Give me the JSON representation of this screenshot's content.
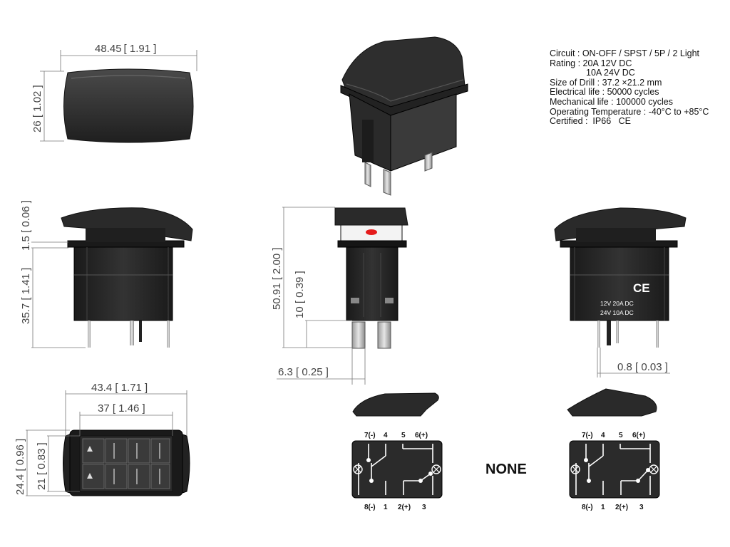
{
  "specs": {
    "circuit": "Circuit : ON-OFF / SPST / 5P / 2 Light",
    "rating_1": "Rating : 20A 12V DC",
    "rating_2": "10A 24V DC",
    "drill": "Size of Drill : 37.2 ×21.2 mm",
    "electrical_life": "Electrical life : 50000 cycles",
    "mechanical_life": "Mechanical life : 100000 cycles",
    "operating_temp": "Operating Temperature : -40°C to +85°C",
    "certified": "Certified :  IP66   CE"
  },
  "dimensions": {
    "top_width": "48.45 [ 1.91 ]",
    "top_height": "26 [ 1.02 ]",
    "side_gap": "1.5 [ 0.06 ]",
    "side_height": "35.7 [ 1.41 ]",
    "front_total": "50.91 [ 2.00 ]",
    "front_terminal": "10 [ 0.39 ]",
    "front_offset": "6.3 [ 0.25 ]",
    "right_pin": "0.8 [ 0.03 ]",
    "bottom_outer": "43.4 [ 1.71 ]",
    "bottom_inner": "37 [ 1.46 ]",
    "bottom_height_outer": "24.4 [ 0.96 ]",
    "bottom_height_inner": "21 [ 0.83 ]"
  },
  "housing_marks": {
    "ce": "CE",
    "rating_row_1": "12V  20A  DC",
    "rating_row_2": "24V  10A  DC"
  },
  "wiring_left": {
    "top_pins": [
      "7(-)",
      "4",
      "5",
      "6(+)"
    ],
    "bottom_pins": [
      "8(-)",
      "1",
      "2(+)",
      "3"
    ]
  },
  "wiring_right": {
    "top_pins": [
      "7(-)",
      "4",
      "5",
      "6(+)"
    ],
    "bottom_pins": [
      "8(-)",
      "1",
      "2(+)",
      "3"
    ]
  },
  "middle_label": "NONE",
  "colors": {
    "body": "#2b2b2b",
    "led": "#e51b1b",
    "line": "#777777"
  }
}
